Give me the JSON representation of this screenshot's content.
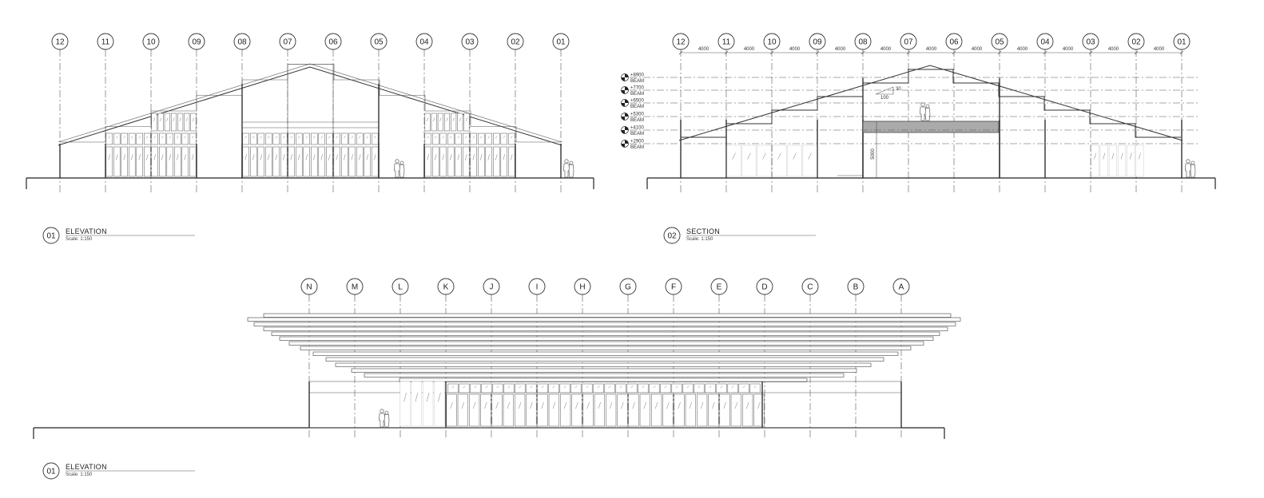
{
  "drawings": {
    "elevation_top": {
      "grid_labels": [
        "12",
        "11",
        "10",
        "09",
        "08",
        "07",
        "06",
        "05",
        "04",
        "03",
        "02",
        "01"
      ],
      "title_number": "01",
      "title": "ELEVATION",
      "scale": "Scale: 1:150"
    },
    "section": {
      "grid_labels": [
        "12",
        "11",
        "10",
        "09",
        "08",
        "07",
        "06",
        "05",
        "04",
        "03",
        "02",
        "01"
      ],
      "dimensions": [
        "4000",
        "4000",
        "4000",
        "4000",
        "4000",
        "4000",
        "4000",
        "4000",
        "4000",
        "4000",
        "4000"
      ],
      "levels": [
        {
          "value": "+8900",
          "label": "BEAM"
        },
        {
          "value": "+7700",
          "label": "BEAM"
        },
        {
          "value": "+6500",
          "label": "BEAM"
        },
        {
          "value": "+5300",
          "label": "BEAM"
        },
        {
          "value": "+4100",
          "label": "BEAM"
        },
        {
          "value": "+2900",
          "label": "BEAM"
        }
      ],
      "slope_rise": "30",
      "slope_run": "100",
      "vertical_dim": "5000",
      "title_number": "02",
      "title": "SECTION",
      "scale": "Scale: 1:150"
    },
    "elevation_bottom": {
      "grid_labels": [
        "N",
        "M",
        "L",
        "K",
        "J",
        "I",
        "H",
        "G",
        "F",
        "E",
        "D",
        "C",
        "B",
        "A"
      ],
      "title_number": "01",
      "title": "ELEVATION",
      "scale": "Scale: 1:150"
    }
  }
}
